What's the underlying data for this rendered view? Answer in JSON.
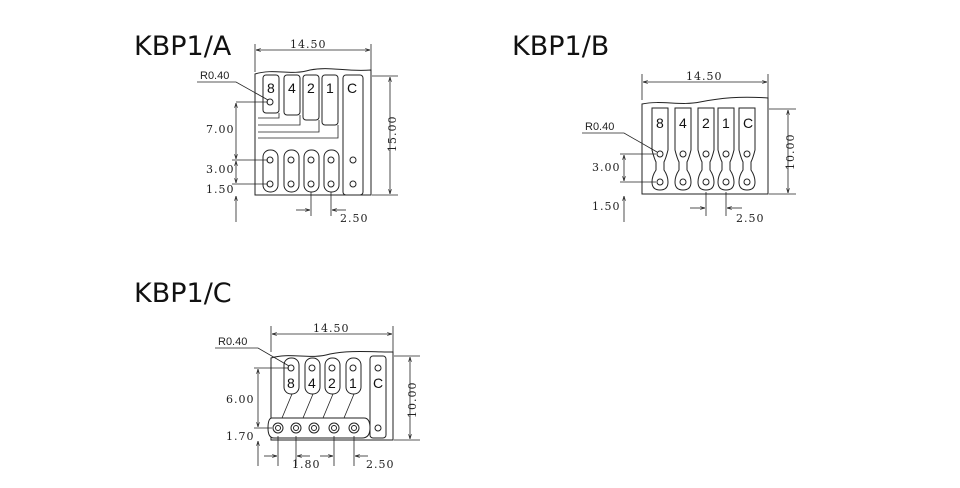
{
  "diagrams": {
    "a": {
      "title": "KBP1/A",
      "width_dim": "14.50",
      "height_dim": "15.00",
      "radius_label": "R0.40",
      "dim_7": "7.00",
      "dim_3": "3.00",
      "dim_15": "1.50",
      "pitch_dim": "2.50",
      "pins": [
        "8",
        "4",
        "2",
        "1",
        "C"
      ]
    },
    "b": {
      "title": "KBP1/B",
      "width_dim": "14.50",
      "height_dim": "10.00",
      "radius_label": "R0.40",
      "dim_3": "3.00",
      "dim_15": "1.50",
      "pitch_dim": "2.50",
      "pins": [
        "8",
        "4",
        "2",
        "1",
        "C"
      ]
    },
    "c": {
      "title": "KBP1/C",
      "width_dim": "14.50",
      "height_dim": "10.00",
      "radius_label": "R0.40",
      "dim_6": "6.00",
      "dim_17": "1.70",
      "dim_18": "1.80",
      "pitch_dim": "2.50",
      "pins": [
        "8",
        "4",
        "2",
        "1",
        "C"
      ]
    }
  }
}
